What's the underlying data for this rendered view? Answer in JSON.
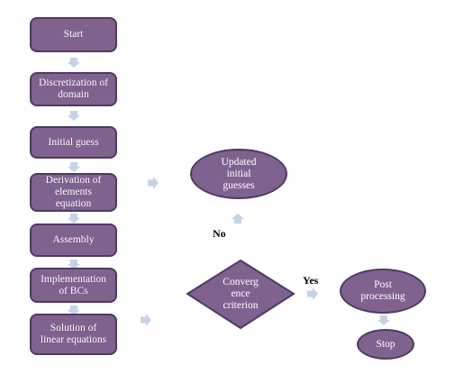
{
  "flowchart": {
    "start": "Start",
    "discretization": "Discretization of\ndomain",
    "initial_guess": "Initial guess",
    "derivation": "Derivation of\nelements\nequation",
    "assembly": "Assembly",
    "implementation": "Implementation\nof BCs",
    "solution": "Solution of\nlinear equations",
    "updated": "Updated\ninitial\nguesses",
    "convergence": "Converg\nence\ncriterion",
    "post_processing": "Post\nprocessing",
    "stop": "Stop",
    "label_no": "No",
    "label_yes": "Yes"
  },
  "colors": {
    "node_fill": "#80628f",
    "node_border": "#4f3a63",
    "arrow": "#c6d3e6"
  }
}
